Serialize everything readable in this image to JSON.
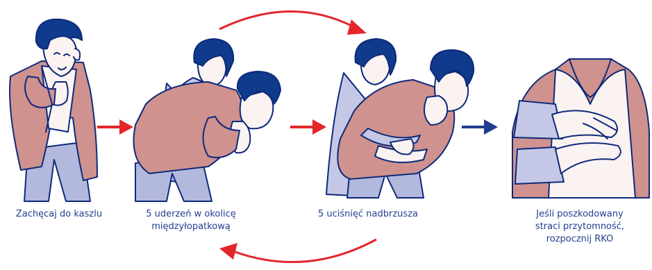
{
  "colors": {
    "outline": "#0d2a7a",
    "jacket": "#cf928f",
    "jacket_dark": "#b87d7a",
    "trousers": "#b3b9dd",
    "shirt_blue": "#c4c8e6",
    "skin": "#fbf3f2",
    "hair": "#103a8c",
    "arrow_red": "#e3262b",
    "arrow_blue": "#1f3f8f",
    "caption": "#1f3f8f"
  },
  "steps": [
    {
      "caption_lines": [
        "Zachęcaj do kaszlu"
      ]
    },
    {
      "caption_lines": [
        "5 uderzeń w okolicę",
        "międzyłopatkową"
      ]
    },
    {
      "caption_lines": [
        "5 uciśnięć nadbrzusza"
      ]
    },
    {
      "caption_lines": [
        "Jeśli poszkodowany",
        "straci przytomność,",
        "rozpocznij RKO"
      ]
    }
  ],
  "icons": {
    "arrow_1": "right-arrow-red-icon",
    "arrow_2": "right-arrow-red-icon",
    "arrow_3": "right-arrow-blue-icon",
    "cycle_top": "curved-arrow-red-icon",
    "cycle_bottom": "curved-arrow-red-icon"
  }
}
